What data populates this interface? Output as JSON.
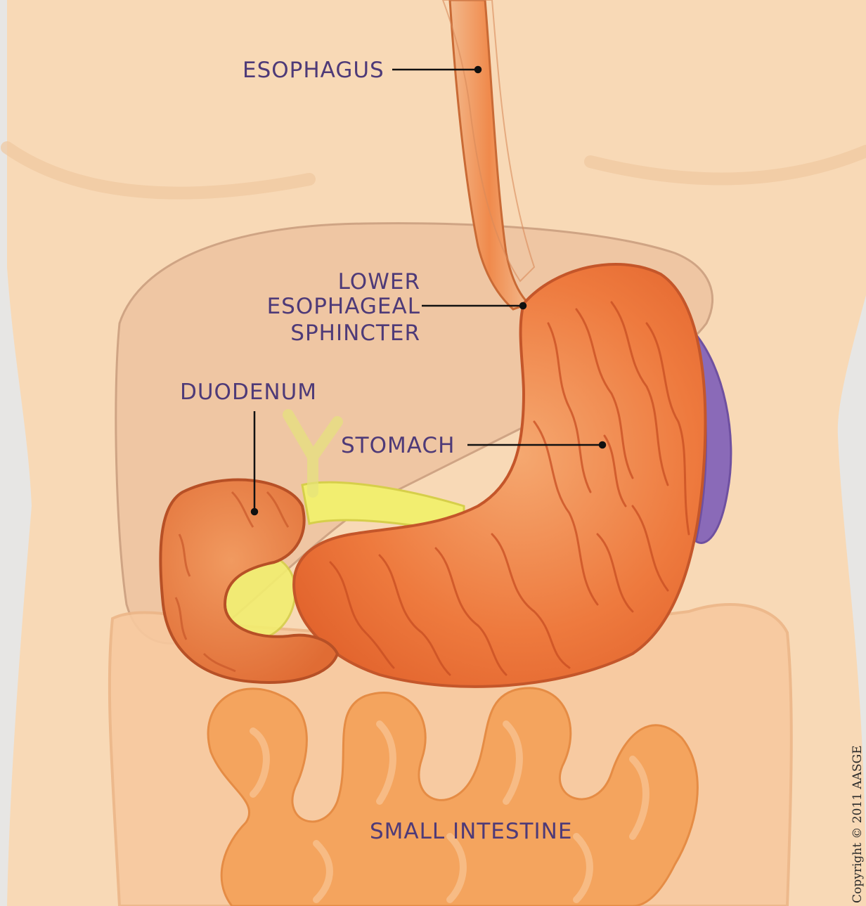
{
  "labels": {
    "esophagus": "ESOPHAGUS",
    "les_line1": "LOWER",
    "les_line2": "ESOPHAGEAL",
    "les_line3": "SPHINCTER",
    "duodenum": "DUODENUM",
    "stomach": "STOMACH",
    "small_intestine": "SMALL INTESTINE"
  },
  "copyright": "Copyright © 2011 AASGE",
  "colors": {
    "label_text": "#4e3a78",
    "skin": "#f8d9b6",
    "background": "#e7e6e4",
    "stomach": "#ef7d3c",
    "intestine": "#f4a45e",
    "spleen": "#8a6ab8",
    "gallbladder": "#f2ee70"
  }
}
